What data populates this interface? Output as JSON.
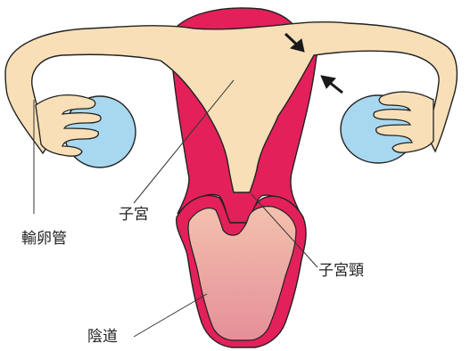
{
  "labels": {
    "oviduct": "輸卵管",
    "uterus": "子宮",
    "cervix": "子宮頸",
    "vagina": "陰道"
  },
  "colors": {
    "tissue_pink": "#e3205a",
    "cream": "#f8dfb7",
    "ovary_blue": "#a8d8ef",
    "vagina_inner": "#eea7a6",
    "outline": "#222222",
    "leader_line": "#333333"
  },
  "icons": {
    "pointer_arrows": "arrow-pointer-icon"
  }
}
